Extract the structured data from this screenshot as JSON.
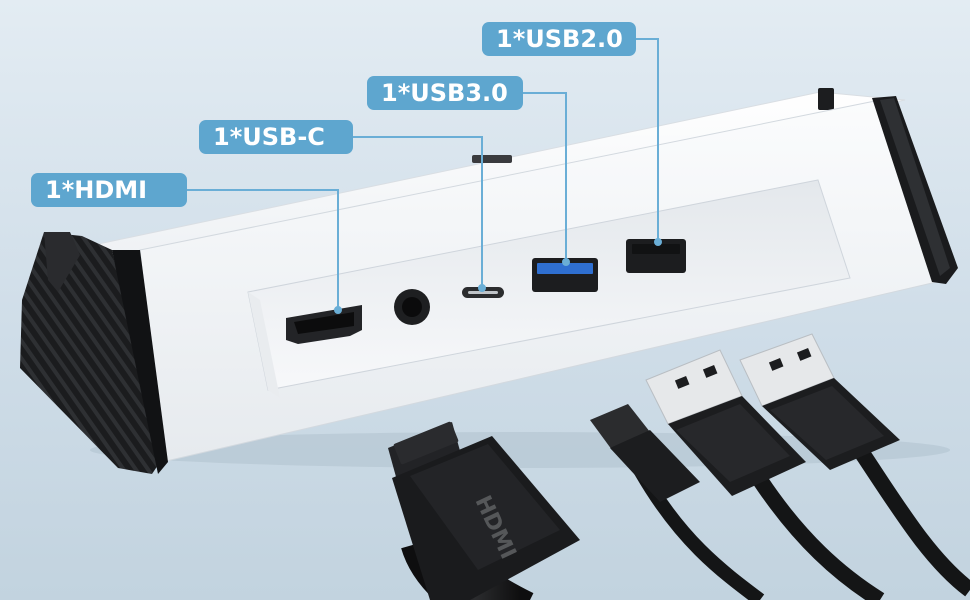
{
  "labels": {
    "hdmi": "1*HDMI",
    "usbc": "1*USB-C",
    "usb3": "1*USB3.0",
    "usb2": "1*USB2.0"
  },
  "colors": {
    "background": "#d6e3ec",
    "label_fill": "#5ea6cf",
    "callout_line": "#6aaed6",
    "dock_white": "#f4f6f8",
    "dock_black": "#1c1d1f",
    "usb3_blue": "#2f6fd0"
  }
}
